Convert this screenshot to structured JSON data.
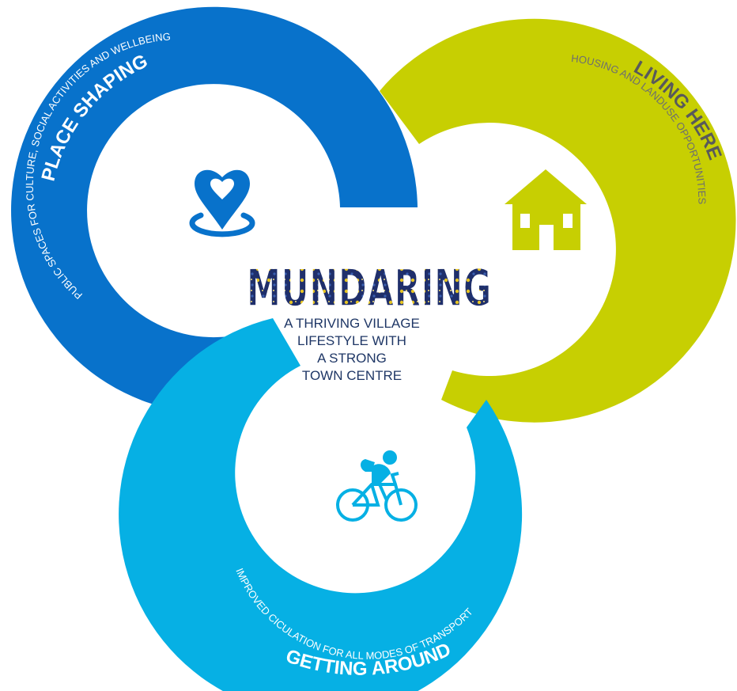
{
  "brand": {
    "word": "MUNDARING"
  },
  "tagline": {
    "lines": [
      "A THRIVING VILLAGE",
      "LIFESTYLE WITH",
      "A STRONG",
      "TOWN CENTRE"
    ]
  },
  "rings": {
    "place_shaping": {
      "title": "PLACE SHAPING",
      "subtitle": "PUBLIC SPACES FOR CULTURE, SOCIAL ACTIVITIES AND WELLBEING",
      "color": "#0872cb",
      "icon": "heart-location-pin-icon"
    },
    "living_here": {
      "title": "LIVING HERE",
      "subtitle": "HOUSING AND LANDUSE OPPORTUNITIES",
      "color": "#c7cf02",
      "icon": "house-icon"
    },
    "getting_around": {
      "title": "GETTING AROUND",
      "subtitle": "IMPROVED CICULATION FOR ALL MODES OF TRANSPORT",
      "color": "#06b0e4",
      "icon": "cyclist-icon"
    }
  },
  "colors": {
    "title_dark": "#58595b",
    "tagline": "#1f3766",
    "brand_fill": "#1f2f6b",
    "brand_dots": "#e6c423"
  }
}
